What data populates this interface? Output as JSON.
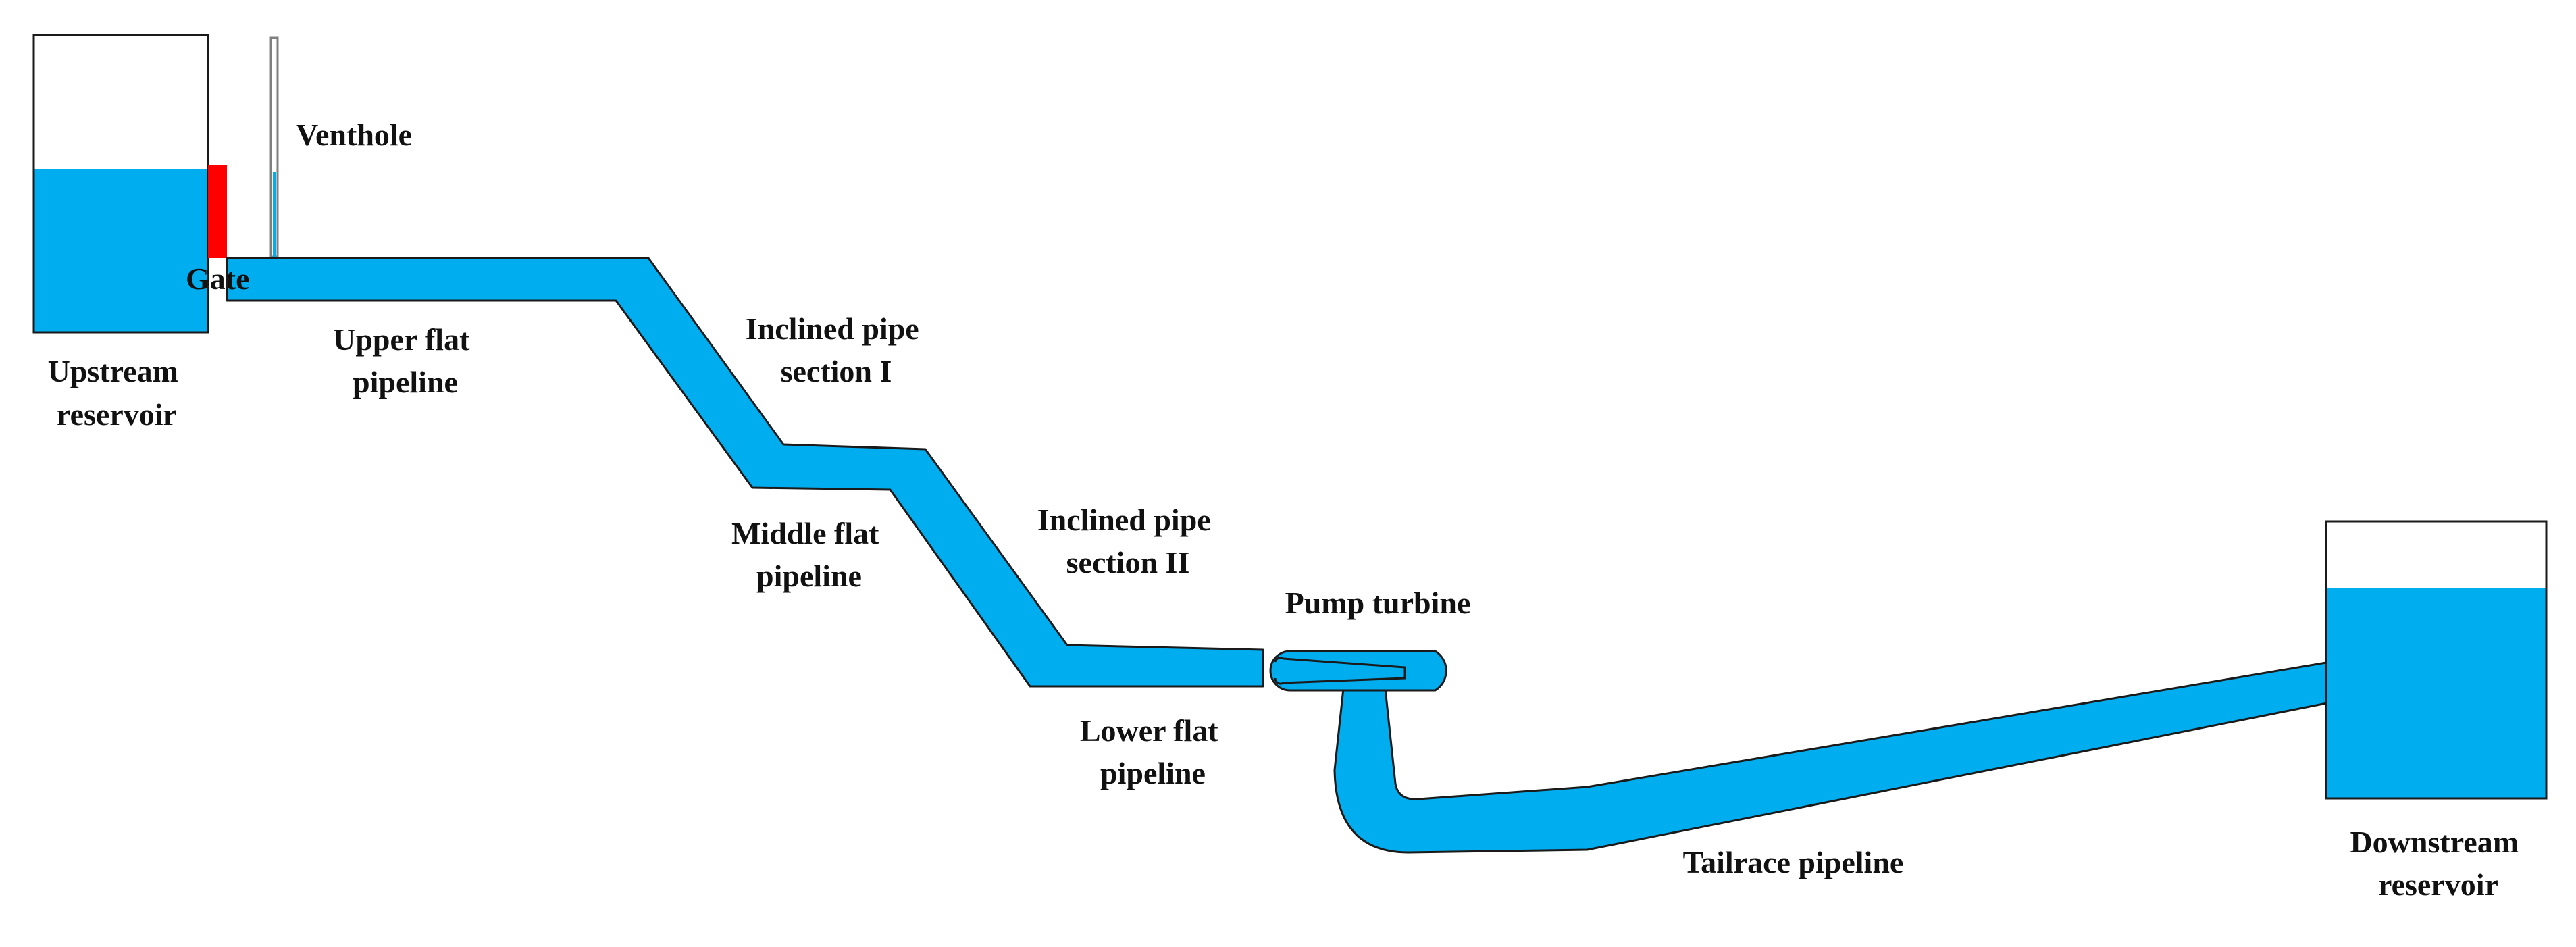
{
  "colors": {
    "water": "#00aeef",
    "outline": "#1a1a1a",
    "gate": "#ff0000",
    "vent": "#808080",
    "background": "#ffffff"
  },
  "labels": {
    "venthole": "Venthole",
    "gate": "Gate",
    "upstream_reservoir": [
      "Upstream",
      "reservoir"
    ],
    "upper_flat_pipeline": [
      "Upper flat",
      "pipeline"
    ],
    "inclined_pipe_section_1": [
      "Inclined pipe",
      "section I"
    ],
    "middle_flat_pipeline": [
      "Middle flat",
      "pipeline"
    ],
    "inclined_pipe_section_2": [
      "Inclined pipe",
      "section II"
    ],
    "pump_turbine": "Pump turbine",
    "lower_flat_pipeline": [
      "Lower flat",
      "pipeline"
    ],
    "tailrace_pipeline": "Tailrace pipeline",
    "downstream_reservoir": [
      "Downstream",
      "reservoir"
    ]
  }
}
